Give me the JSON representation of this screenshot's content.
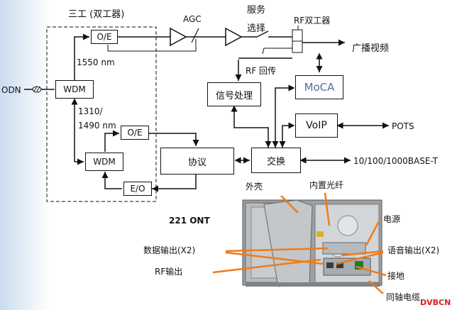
{
  "title_box": "三工 (双工器)",
  "odn": "ODN",
  "wavelength_down": "1550 nm",
  "wavelength_up_a": "1310/",
  "wavelength_up_b": "1490 nm",
  "blocks": {
    "oe_top": "O/E",
    "wdm_top": "WDM",
    "oe_bottom": "O/E",
    "wdm_bottom": "WDM",
    "eo": "E/O",
    "signal": "信号处理",
    "moca": "MoCA",
    "voip": "VoIP",
    "protocol": "协议",
    "switch": "交换"
  },
  "agc": "AGC",
  "service_select_a": "服务",
  "service_select_b": "选择",
  "rf_diplexer": "RF双工器",
  "broadcast": "广播视频",
  "rf_return": "RF 回传",
  "pots": "POTS",
  "ethernet": "10/100/1000BASE-T",
  "ont_model": "221 ONT",
  "callouts": {
    "shell": "外壳",
    "fiber": "内置光纤",
    "power": "电源",
    "data_out": "数据输出(X2)",
    "voice_out": "语音输出(X2)",
    "rf_out": "RF输出",
    "ground": "接地",
    "coax": "同轴电缆"
  },
  "watermark": "DVBCN",
  "colors": {
    "callout": "#f07a1a",
    "moca_text": "#5a6a9a",
    "watermark": "#d81e1e",
    "bg_tint": "#d6e6f4"
  }
}
